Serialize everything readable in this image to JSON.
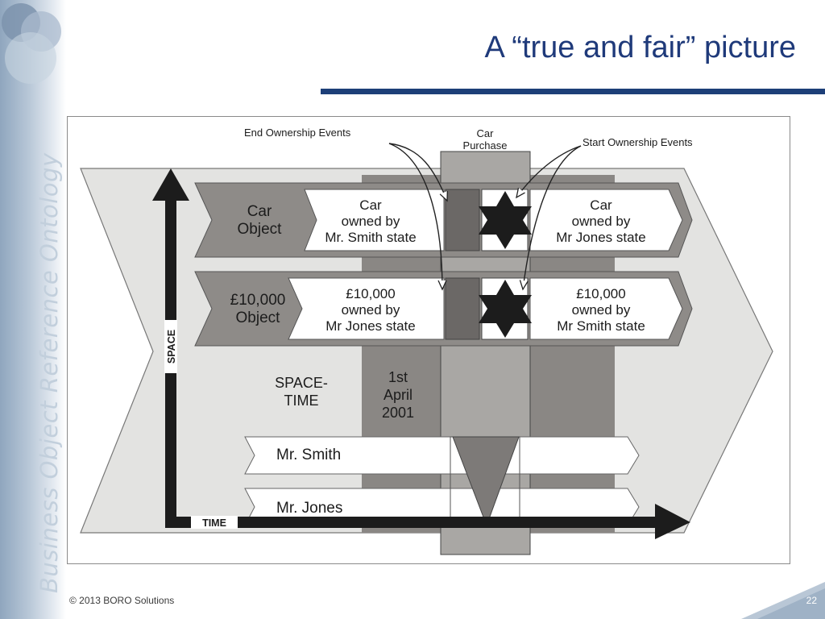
{
  "slide": {
    "title": "A “true and fair” picture",
    "sidebar_text": "Business Object Reference Ontology",
    "footer": "© 2013 BORO Solutions",
    "page_number": "22"
  },
  "diagram": {
    "annotations": {
      "end_ownership": "End Ownership Events",
      "car_purchase_1": "Car",
      "car_purchase_2": "Purchase",
      "start_ownership": "Start Ownership Events"
    },
    "axes": {
      "space": "SPACE",
      "time": "TIME"
    },
    "car_object": {
      "label_1": "Car",
      "label_2": "Object",
      "before_1": "Car",
      "before_2": "owned by",
      "before_3": "Mr. Smith state",
      "after_1": "Car",
      "after_2": "owned  by",
      "after_3": "Mr Jones state"
    },
    "money_object": {
      "label_1": "£10,000",
      "label_2": "Object",
      "before_1": "£10,000",
      "before_2": "owned by",
      "before_3": "Mr Jones state",
      "after_1": "£10,000",
      "after_2": "owned by",
      "after_3": "Mr Smith state"
    },
    "spacetime_1": "SPACE-",
    "spacetime_2": "TIME",
    "date_1": "1st",
    "date_2": "April",
    "date_3": "2001",
    "person_1": "Mr. Smith",
    "person_2": "Mr. Jones"
  }
}
